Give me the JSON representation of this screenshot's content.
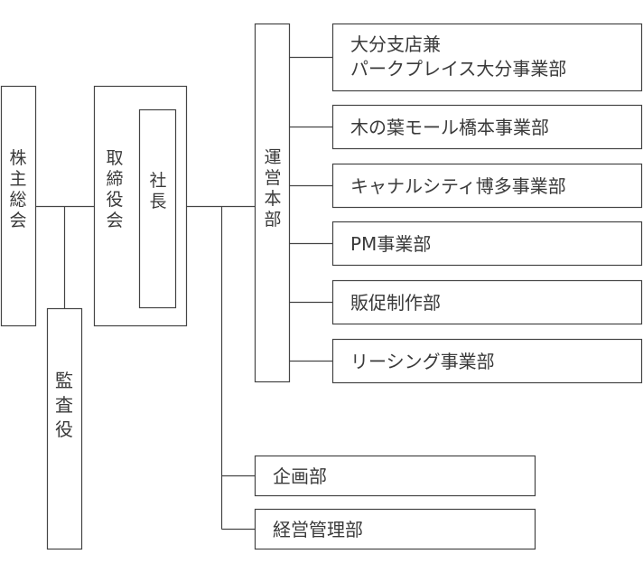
{
  "nodes": {
    "shareholders": "株主総会",
    "auditor": "監査役",
    "board": "取締役会",
    "president": "社長",
    "operations_hq": "運営本部",
    "departments": [
      {
        "lines": [
          "大分支店兼",
          "パークプレイス大分事業部"
        ]
      },
      {
        "lines": [
          "木の葉モール橋本事業部"
        ]
      },
      {
        "lines": [
          "キャナルシティ博多事業部"
        ]
      },
      {
        "lines": [
          "PM事業部"
        ]
      },
      {
        "lines": [
          "販促制作部"
        ]
      },
      {
        "lines": [
          "リーシング事業部"
        ]
      }
    ],
    "planning": "企画部",
    "management": "経営管理部"
  },
  "colors": {
    "line": "#444444",
    "text": "#3a3a3a",
    "background": "#ffffff"
  }
}
